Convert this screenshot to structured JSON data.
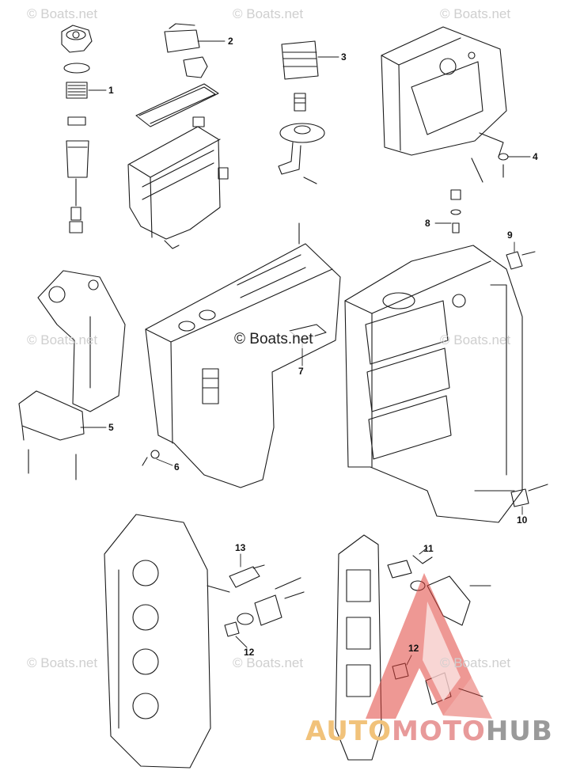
{
  "watermarks": {
    "text": "© Boats.net",
    "center": "© Boats.net"
  },
  "callouts": [
    {
      "label": "1"
    },
    {
      "label": "2"
    },
    {
      "label": "3"
    },
    {
      "label": "4"
    },
    {
      "label": "5"
    },
    {
      "label": "6"
    },
    {
      "label": "7"
    },
    {
      "label": "8"
    },
    {
      "label": "9"
    },
    {
      "label": "10"
    },
    {
      "label": "11"
    },
    {
      "label": "12"
    },
    {
      "label": "13"
    },
    {
      "label": "12"
    }
  ],
  "logo": {
    "part1": "AUTO",
    "part2": "MOTO",
    "part3": "HUB",
    "colors": {
      "auto": "#f1c27a",
      "moto": "#e89a9a",
      "hub": "#9a9a9a",
      "triangle": "#e0443c"
    }
  },
  "colors": {
    "line": "#1a1a1a",
    "background": "#ffffff",
    "watermark": "#cfcfcf"
  }
}
